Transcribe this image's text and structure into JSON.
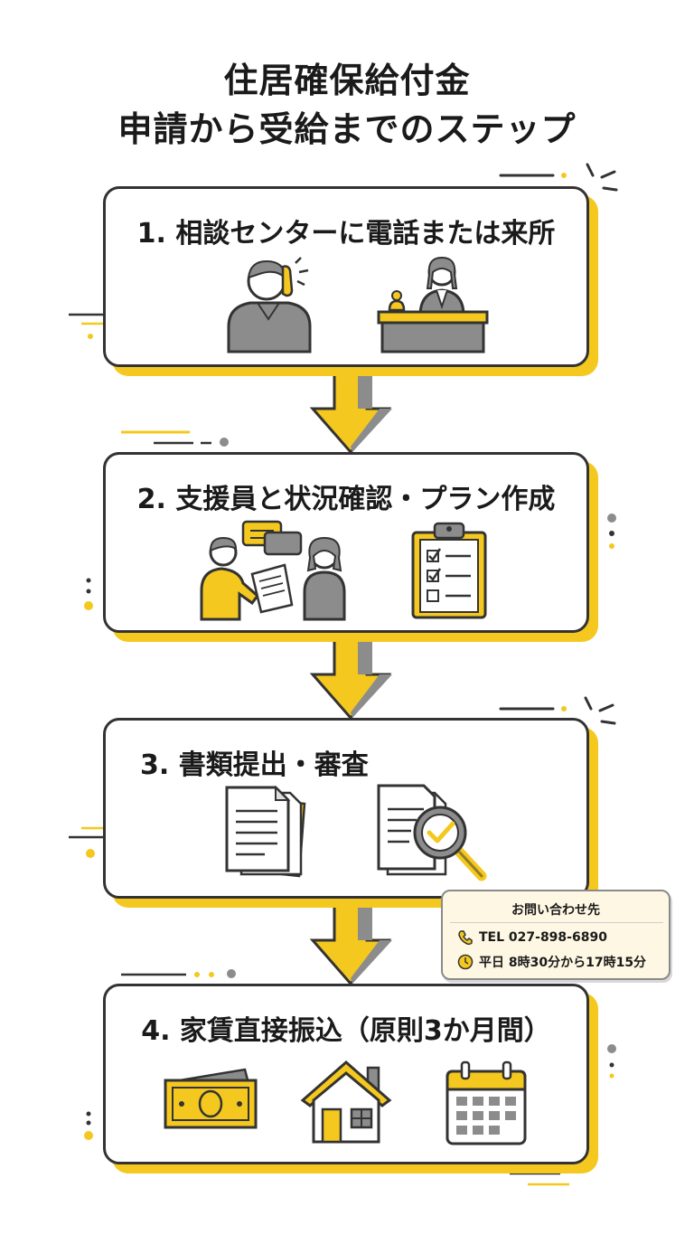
{
  "title": {
    "line1": "住居確保給付金",
    "line2": "申請から受給までのステップ"
  },
  "steps": [
    {
      "label": "1. 相談センターに電話または来所",
      "icons": [
        "phone-call-person-icon",
        "reception-desk-staff-icon"
      ]
    },
    {
      "label": "2. 支援員と状況確認・プラン作成",
      "icons": [
        "consultation-people-icon",
        "checklist-clipboard-icon"
      ]
    },
    {
      "label": "3. 書類提出・審査",
      "icons": [
        "documents-stack-icon",
        "document-magnifier-check-icon"
      ]
    },
    {
      "label": "4. 家賃直接振込（原則3か月間）",
      "icons": [
        "money-bills-icon",
        "house-icon",
        "calendar-icon"
      ]
    }
  ],
  "contact": {
    "title": "お問い合わせ先",
    "tel": "TEL 027-898-6890",
    "hours": "平日 8時30分から17時15分"
  },
  "colors": {
    "accent": "#f4c81e",
    "outline": "#333333",
    "gray": "#8c8c8c"
  }
}
